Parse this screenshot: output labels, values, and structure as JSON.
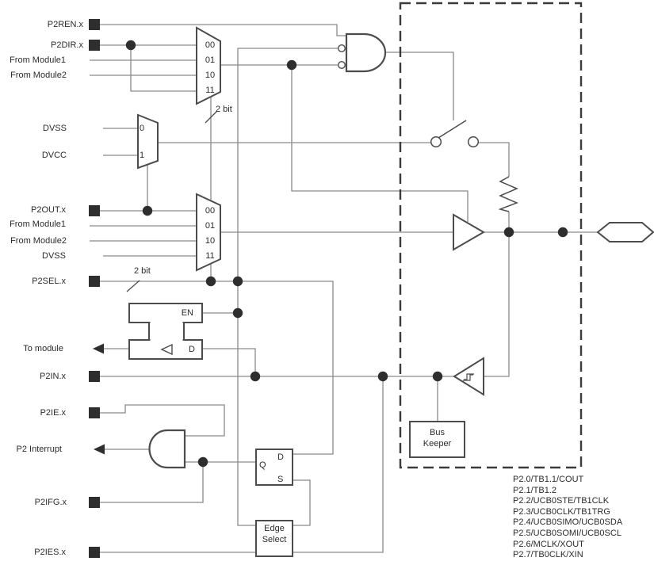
{
  "signals": {
    "p2ren": "P2REN.x",
    "p2dir": "P2DIR.x",
    "from_module1_top": "From Module1",
    "from_module2_top": "From Module2",
    "dvss_pull": "DVSS",
    "dvcc_pull": "DVCC",
    "p2out": "P2OUT.x",
    "from_module1_out": "From Module1",
    "from_module2_out": "From Module2",
    "dvss_out": "DVSS",
    "p2sel": "P2SEL.x",
    "to_module": "To module",
    "p2in": "P2IN.x",
    "p2ie": "P2IE.x",
    "p2_interrupt": "P2 Interrupt",
    "p2ifg": "P2IFG.x",
    "p2ies": "P2IES.x"
  },
  "mux_dir": {
    "options": [
      "00",
      "01",
      "10",
      "11"
    ]
  },
  "mux_out": {
    "options": [
      "00",
      "01",
      "10",
      "11"
    ]
  },
  "mux_pull": {
    "options": [
      "0",
      "1"
    ]
  },
  "bus_width_label_dir": "2 bit",
  "bus_width_label_sel": "2 bit",
  "latch": {
    "en": "EN",
    "d": "D"
  },
  "flipflop": {
    "q": "Q",
    "d": "D",
    "s": "S"
  },
  "edge_select": {
    "line1": "Edge",
    "line2": "Select"
  },
  "bus_keeper": {
    "line1": "Bus",
    "line2": "Keeper"
  },
  "pins": [
    "P2.0/TB1.1/COUT",
    "P2.1/TB1.2",
    "P2.2/UCB0STE/TB1CLK",
    "P2.3/UCB0CLK/TB1TRG",
    "P2.4/UCB0SIMO/UCB0SDA",
    "P2.5/UCB0SOMI/UCB0SCL",
    "P2.6/MCLK/XOUT",
    "P2.7/TB0CLK/XIN"
  ],
  "colors": {
    "background": "#ffffff",
    "wire": "#8a8a8a",
    "shape": "#4c4c4c",
    "node": "#2e2e2e",
    "text": "#2b2b2b",
    "dashed_border": "#3a3a3a"
  }
}
